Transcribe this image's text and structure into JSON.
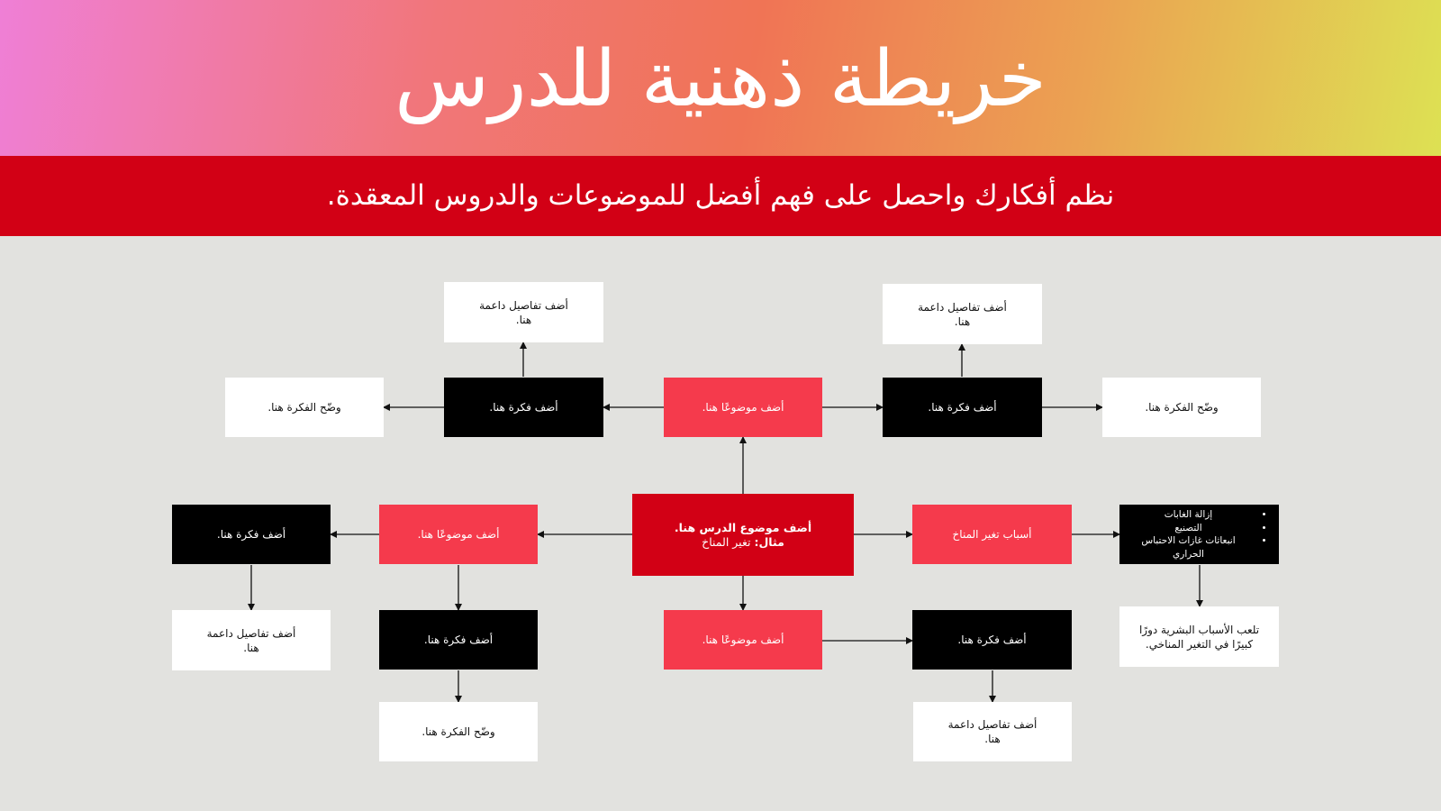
{
  "header": {
    "title": "خريطة ذهنية للدرس",
    "subtitle": "نظم أفكارك واحصل على فهم أفضل للموضوعات والدروس المعقدة."
  },
  "colors": {
    "banner_red": "#d20015",
    "center_red": "#d20015",
    "topic_pink": "#f53a4c",
    "idea_black": "#000000",
    "detail_white": "#ffffff",
    "background": "#e2e2df"
  },
  "mindmap": {
    "center": {
      "main": "أضف موضوع الدرس هنا.",
      "example_label": "مثال:",
      "example_value": "تغير المناخ"
    },
    "topic_top": "أضف موضوعًا هنا.",
    "topic_left": "أضف موضوعًا هنا.",
    "topic_right": "أسباب تغير المناخ",
    "topic_bottom": "أضف موضوعًا هنا.",
    "idea_top_left": "أضف فكرة هنا.",
    "idea_top_right": "أضف فكرة هنا.",
    "idea_far_left": "أضف فكرة هنا.",
    "idea_left_bottom": "أضف فكرة هنا.",
    "idea_bottom_right": "أضف فكرة هنا.",
    "causes_list": [
      "إزالة الغابات",
      "التصنيع",
      "انبعاثات غازات الاحتباس الحراري"
    ],
    "detail_top_left_upper": [
      "أضف تفاصيل داعمة",
      "هنا."
    ],
    "detail_top_left_side": "وضّح الفكرة هنا.",
    "detail_top_right_upper": [
      "أضف تفاصيل داعمة",
      "هنا."
    ],
    "detail_top_right_side": "وضّح الفكرة هنا.",
    "detail_far_left_below": [
      "أضف تفاصيل داعمة",
      "هنا."
    ],
    "detail_left_below": "وضّح الفكرة هنا.",
    "detail_bottom_right_below": [
      "أضف تفاصيل داعمة",
      "هنا."
    ],
    "detail_causes_below": [
      "تلعب الأسباب البشرية دورًا",
      "كبيرًا في التغير المناخي."
    ]
  }
}
